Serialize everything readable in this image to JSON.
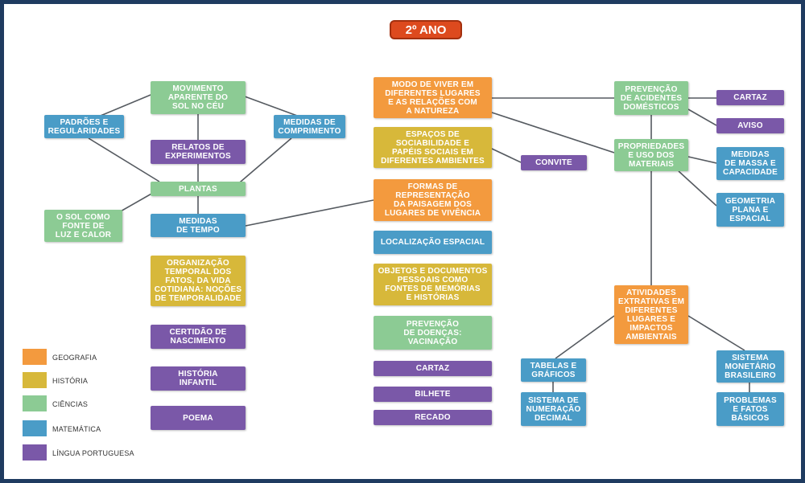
{
  "title": "2º ANO",
  "colors": {
    "geografia": "#f39a3e",
    "historia": "#d7b83a",
    "ciencias": "#8ccb94",
    "matematica": "#4a9cc7",
    "lingua_portuguesa": "#7a58a8",
    "title_bg": "#dd4a1e"
  },
  "legend": [
    {
      "label": "GEOGRAFIA"
    },
    {
      "label": "HISTÓRIA"
    },
    {
      "label": "CIÊNCIAS"
    },
    {
      "label": "MATEMÁTICA"
    },
    {
      "label": "LÍNGUA PORTUGUESA"
    }
  ],
  "nodes": {
    "movimento": "MOVIMENTO\nAPARENTE DO\nSOL NO CÉU",
    "padroes": "PADRÕES E\nREGULARIDADES",
    "medidas_comprimento": "MEDIDAS DE\nCOMPRIMENTO",
    "relatos": "RELATOS DE\nEXPERIMENTOS",
    "plantas": "PLANTAS",
    "sol_fonte": "O SOL COMO\nFONTE DE\nLUZ E CALOR",
    "medidas_tempo": "MEDIDAS\nDE TEMPO",
    "organizacao": "ORGANIZAÇÃO\nTEMPORAL DOS\nFATOS, DA VIDA\nCOTIDIANA: NOÇÕES\nDE TEMPORALIDADE",
    "certidao": "CERTIDÃO DE\nNASCIMENTO",
    "historia_infantil": "HISTÓRIA\nINFANTIL",
    "poema": "POEMA",
    "modo_viver": "MODO DE VIVER EM\nDIFERENTES LUGARES\nE AS RELAÇÕES COM\nA NATUREZA",
    "espacos": "ESPAÇOS DE\nSOCIABILIDADE E\nPAPÉIS SOCIAIS EM\nDIFERENTES AMBIENTES",
    "convite": "CONVITE",
    "formas": "FORMAS DE\nREPRESENTAÇÃO\nDA PAISAGEM DOS\nLUGARES DE VIVÊNCIA",
    "localizacao": "LOCALIZAÇÃO ESPACIAL",
    "objetos": "OBJETOS E DOCUMENTOS\nPESSOAIS COMO\nFONTES DE MEMÓRIAS\nE HISTÓRIAS",
    "prevencao_doencas": "PREVENÇÃO\nDE DOENÇAS:\nVACINAÇÃO",
    "cartaz_center": "CARTAZ",
    "bilhete": "BILHETE",
    "recado": "RECADO",
    "prevencao_acidentes": "PREVENÇÃO\nDE ACIDENTES\nDOMÉSTICOS",
    "cartaz_right": "CARTAZ",
    "aviso": "AVISO",
    "propriedades": "PROPRIEDADES\nE USO DOS\nMATERIAIS",
    "medidas_massa": "MEDIDAS\nDE MASSA E\nCAPACIDADE",
    "geometria": "GEOMETRIA\nPLANA E\nESPACIAL",
    "atividades": "ATIVIDADES\nEXTRATIVAS EM\nDIFERENTES\nLUGARES E\nIMPACTOS\nAMBIENTAIS",
    "tabelas": "TABELAS E\nGRÁFICOS",
    "sistema_numeracao": "SISTEMA DE\nNUMERAÇÃO\nDECIMAL",
    "sistema_monetario": "SISTEMA\nMONETÁRIO\nBRASILEIRO",
    "problemas": "PROBLEMAS\nE FATOS\nBÁSICOS"
  }
}
